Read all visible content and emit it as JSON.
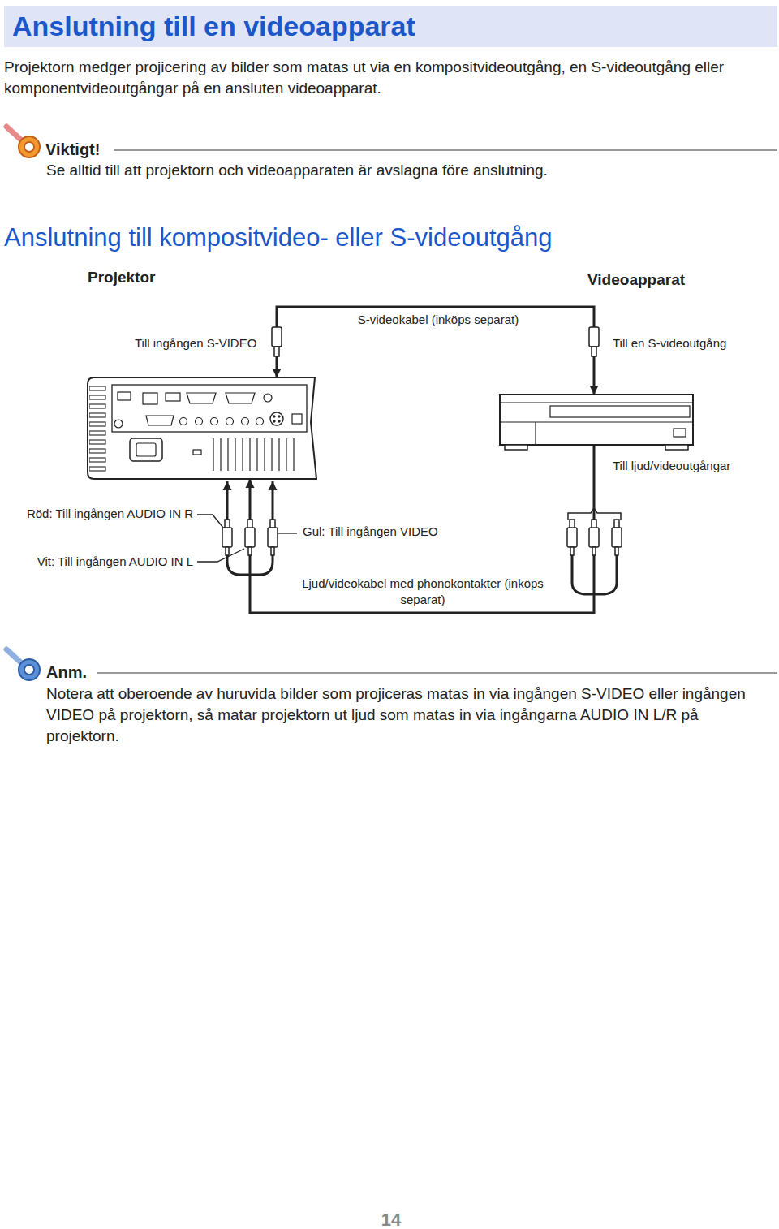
{
  "diagram": {
    "title": "Anslutning till en videoapparat",
    "nodes": [
      {
        "text": [
          "Projektor"
        ]
      },
      {
        "text": [
          "Videoapparat"
        ]
      }
    ],
    "edges": [
      {
        "from": 1,
        "to": 0,
        "label": "S-videokabel (inköps separat)",
        "arrow": "both"
      },
      {
        "from": 1,
        "to": 0,
        "label": "Ljud/videokabel med phonokontakter (inköps separat)",
        "arrow": "to"
      }
    ],
    "labels": [
      "Projektorn medger projicering av bilder som matas ut via en kompositvideoutgång, en S-videoutgång eller komponentvideoutgångar på en ansluten videoapparat.",
      "Viktigt!",
      "Se alltid till att projektorn och videoapparaten är avslagna före anslutning.",
      "Anslutning till kompositvideo- eller S-videoutgång",
      "Till ingången S-VIDEO",
      "Till en S-videoutgång",
      "Till ljud/videoutgångar",
      "Röd: Till ingången AUDIO IN R",
      "Gul: Till ingången VIDEO",
      "Vit: Till ingången AUDIO IN L",
      "Anm.",
      "Notera att oberoende av huruvida bilder som projiceras matas in via ingången S-VIDEO eller ingången VIDEO på projektorn, så matar projektorn ut ljud som matas in via ingångarna AUDIO IN L/R på projektorn.",
      "14"
    ]
  }
}
